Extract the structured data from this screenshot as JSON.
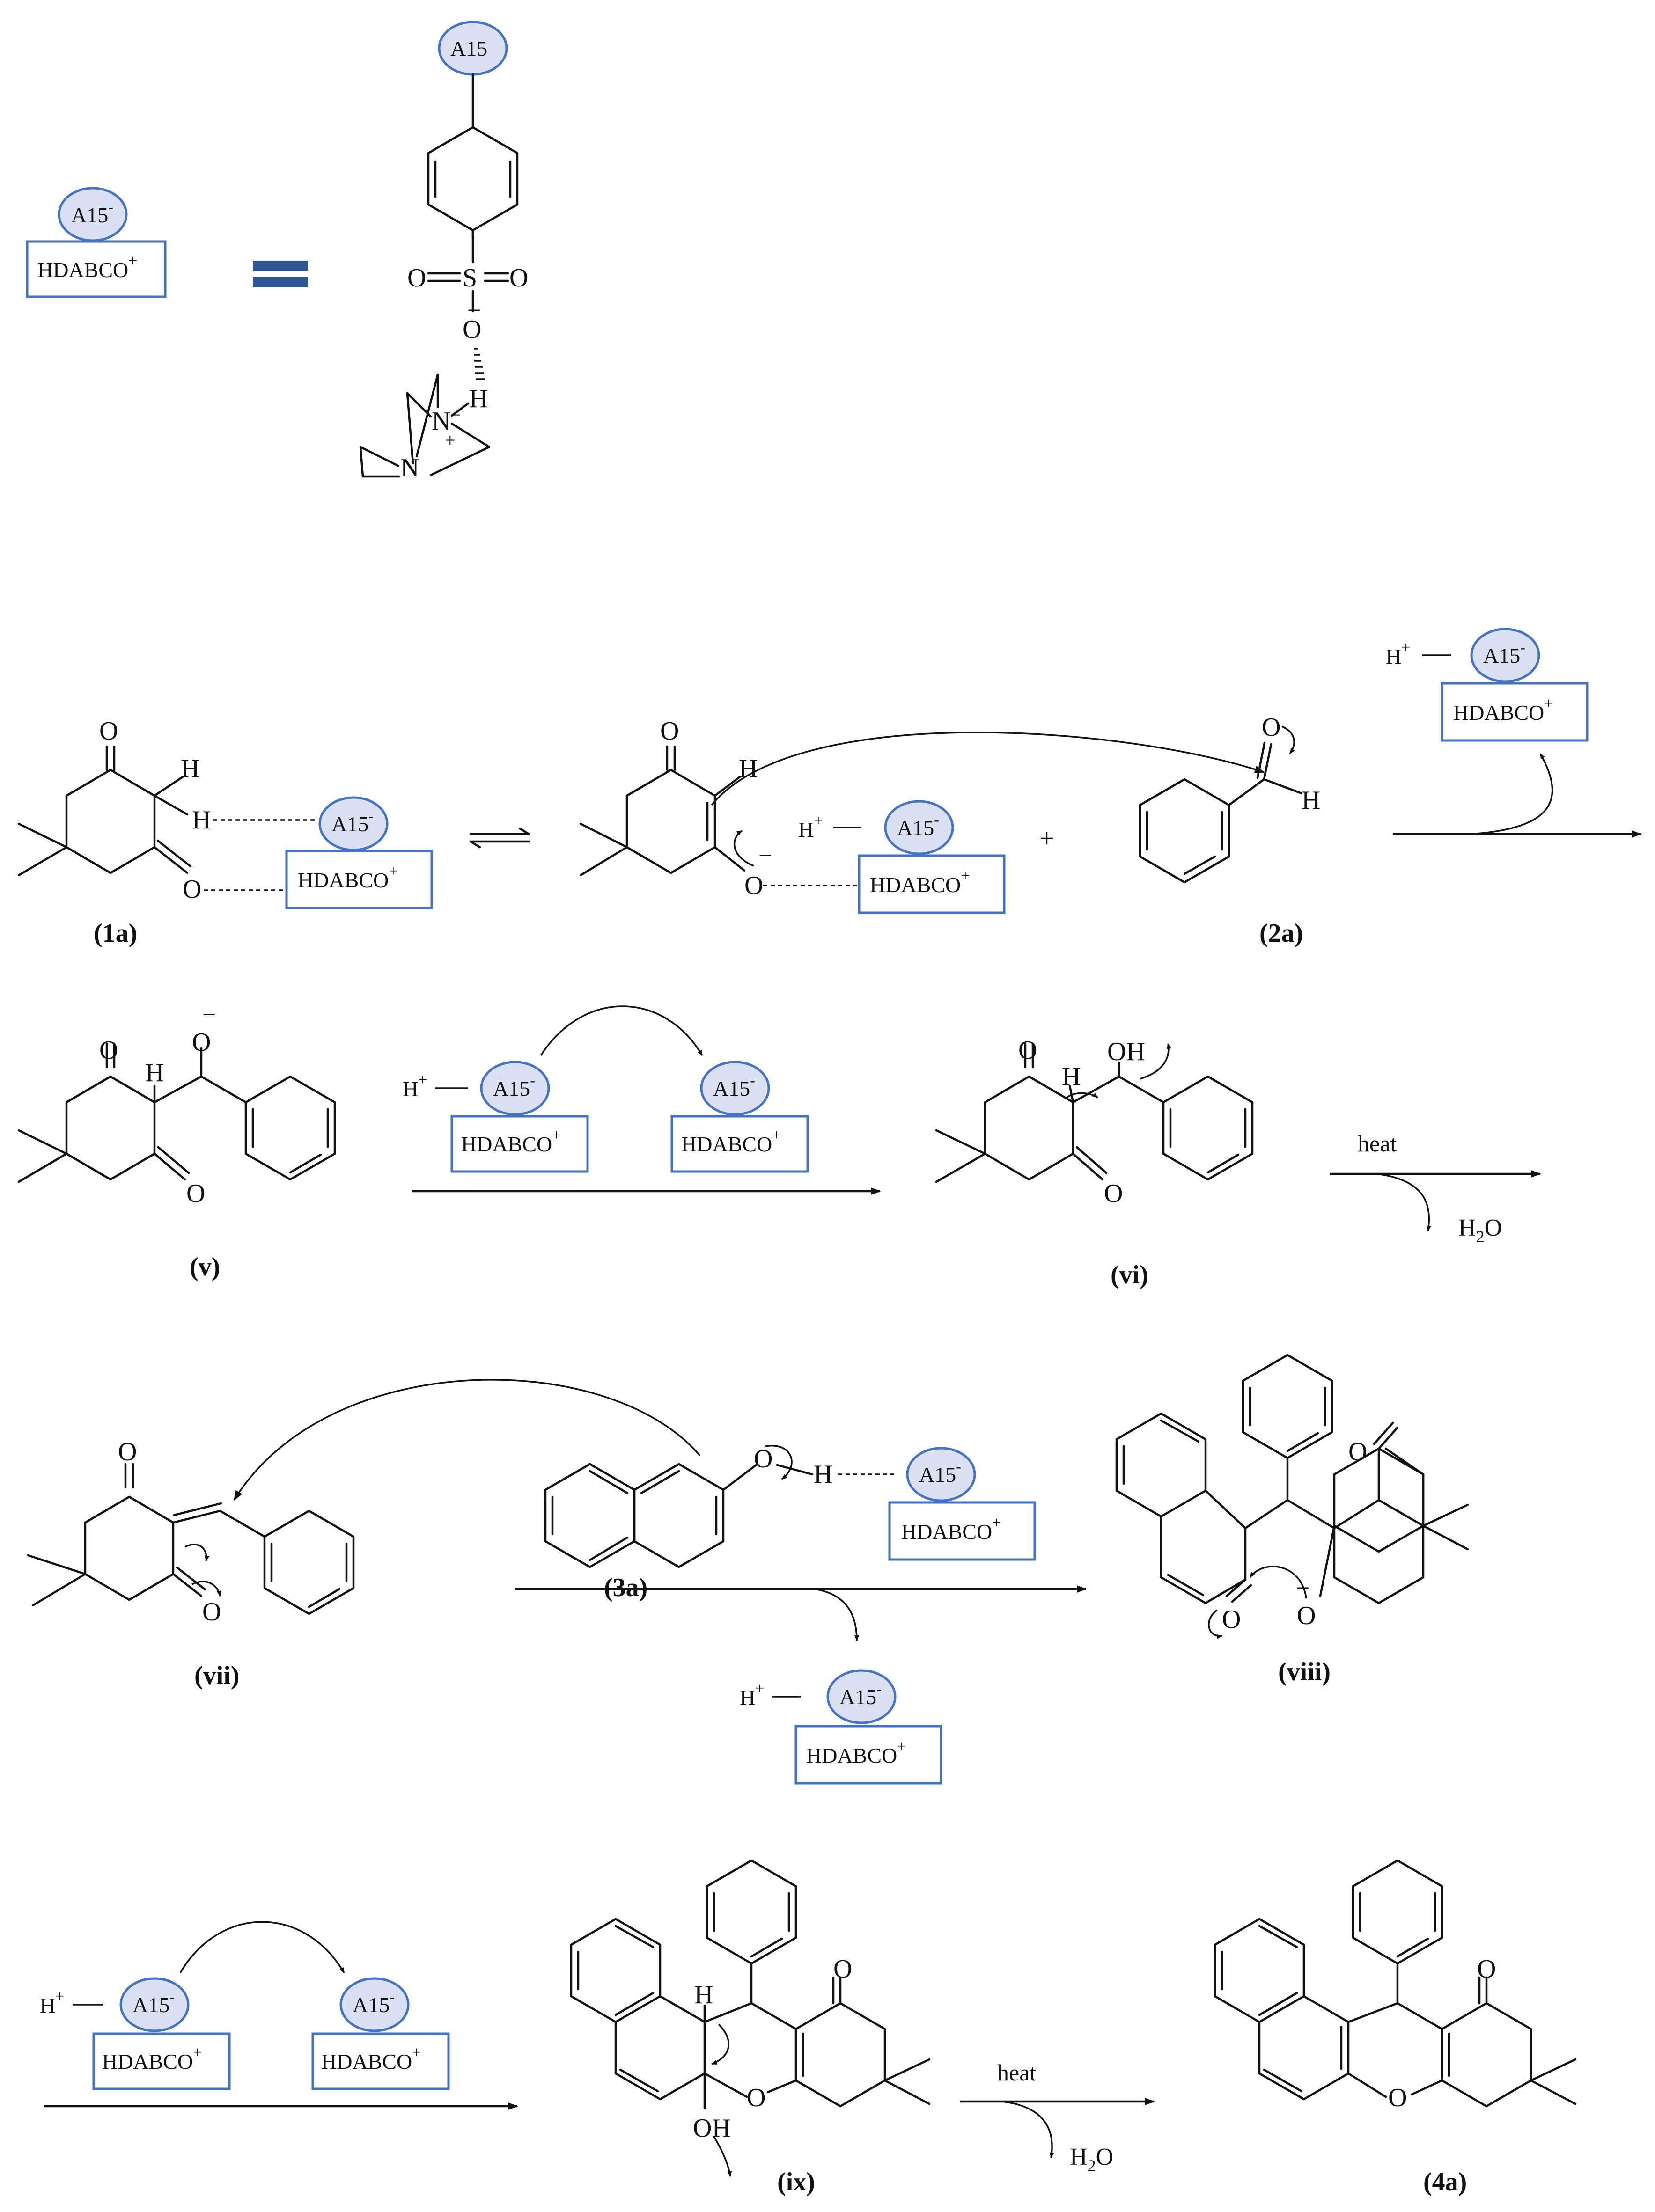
{
  "catalyst": {
    "support": "A15",
    "support_anion": "A15",
    "anion_charge": "-",
    "cation": "HDABCO",
    "cation_charge": "+",
    "proton": "H",
    "proton_charge": "+"
  },
  "atoms": {
    "O": "O",
    "H": "H",
    "N": "N",
    "S": "S",
    "OH": "OH",
    "minus": "−",
    "plus": "+"
  },
  "conditions": {
    "heat": "heat",
    "water": "H",
    "water_sub": "2",
    "water_o": "O"
  },
  "compounds": {
    "dimedone": "(1a)",
    "benzaldehyde": "(2a)",
    "naphthol": "(3a)",
    "int_v": "(v)",
    "int_vi": "(vi)",
    "int_vii": "(vii)",
    "int_viii": "(viii)",
    "int_ix": "(ix)",
    "product": "(4a)"
  },
  "colors": {
    "catalyst_border": "#4472c4",
    "catalyst_fill": "#d9e1f2",
    "equals_sign": "#2f5597"
  }
}
